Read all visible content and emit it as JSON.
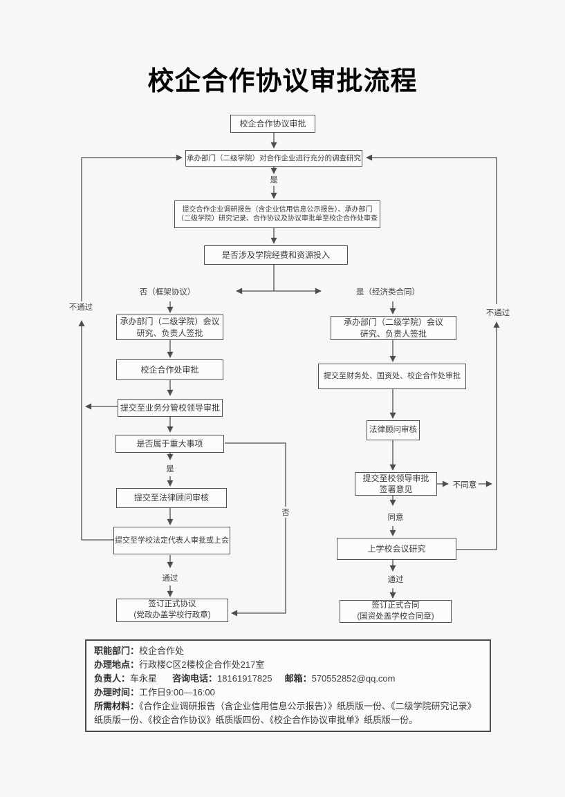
{
  "title": "校企合作协议审批流程",
  "nodes": {
    "start": {
      "label": "校企合作协议审批"
    },
    "investigate": {
      "label": "承办部门（二级学院）对合作企业进行充分的调查研究"
    },
    "submit_review": {
      "line1": "提交合作企业调研报告（含企业信用信息公示报告）、承办部门",
      "line2": "（二级学院）研究记录、合作协议及协议审批单至校企合作处审查"
    },
    "decision_funds": {
      "label": "是否涉及学院经费和资源投入"
    },
    "left_meeting": {
      "line1": "承办部门（二级学院）会议",
      "line2": "研究、负责人签批"
    },
    "left_office_approve": {
      "label": "校企合作处审批"
    },
    "left_vice_leader": {
      "label": "提交至业务分管校领导审批"
    },
    "left_major_decision": {
      "label": "是否属于重大事项"
    },
    "left_legal": {
      "label": "提交至法律顾问审核"
    },
    "left_rep_approve": {
      "label": "提交至学校法定代表人审批或上会"
    },
    "left_sign": {
      "line1": "签订正式协议",
      "line2": "(党政办盖学校行政章)"
    },
    "right_meeting": {
      "line1": "承办部门（二级学院）会议",
      "line2": "研究、负责人签批"
    },
    "right_depts": {
      "label": "提交至财务处、国资处、校企合作处审批"
    },
    "right_legal": {
      "label": "法律顾问审核"
    },
    "right_leader": {
      "line1": "提交至校领导审批",
      "line2": "签署意见"
    },
    "right_school_meeting": {
      "label": "上学校会议研究"
    },
    "right_sign": {
      "line1": "签订正式合同",
      "line2": "(国资处盖学校合同章)"
    }
  },
  "edge_labels": {
    "yes_top": "是",
    "no_framework": "否（框架协议）",
    "yes_economic": "是（经济类合同）",
    "fail_left": "不通过",
    "fail_right": "不通过",
    "yes_major": "是",
    "no_major": "否",
    "pass_left": "通过",
    "disagree": "不同意",
    "agree": "同意",
    "pass_right": "通过"
  },
  "info": {
    "dept_label": "职能部门：",
    "dept": "校企合作处",
    "location_label": "办理地点：",
    "location": "行政楼C区2楼校企合作处217室",
    "person_label": "负责人：",
    "person": "车永星",
    "phone_label": "咨询电话：",
    "phone": "18161917825",
    "email_label": "邮箱：",
    "email": "570552852@qq.com",
    "time_label": "办理时间：",
    "time": "工作日9:00—16:00",
    "materials_label": "所需材料：",
    "materials": "《合作企业调研报告（含企业信用信息公示报告）》纸质版一份、《二级学院研究记录》纸质版一份、《校企合作协议》纸质版四份、《校企合作协议审批单》纸质版一份。"
  },
  "colors": {
    "line": "#4d4d4d",
    "box_fill": "#fcfcfc",
    "background": "#f7f7f7",
    "text": "#3c3c3c"
  }
}
